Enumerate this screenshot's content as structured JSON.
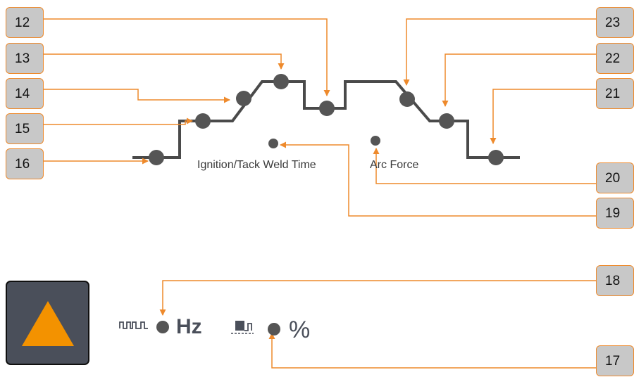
{
  "colors": {
    "accent": "#ee8a2c",
    "line": "#4a4a4a",
    "led": "#555555",
    "callout_fill": "#c8c8c8",
    "button_bg": "#4a4f5a",
    "triangle": "#f39200"
  },
  "callouts": {
    "c12": "12",
    "c13": "13",
    "c14": "14",
    "c15": "15",
    "c16": "16",
    "c23": "23",
    "c22": "22",
    "c21": "21",
    "c20": "20",
    "c19": "19",
    "c18": "18",
    "c17": "17"
  },
  "captions": {
    "ignition": "Ignition/Tack Weld Time",
    "arc_force": "Arc Force"
  },
  "units": {
    "frequency": "Hz",
    "percent": "%"
  },
  "icons": {
    "pulse": "pulse-waveform-icon",
    "duty": "duty-cycle-icon",
    "triangle": "warning-triangle-icon"
  }
}
